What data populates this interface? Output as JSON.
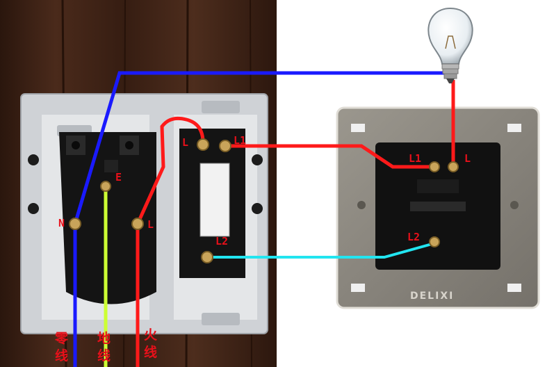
{
  "terminal_labels": {
    "socket_neutral": "N",
    "socket_earth": "E",
    "socket_live": "L",
    "switch1_l": "L",
    "switch1_l1": "L1",
    "switch1_l2": "L2",
    "switch2_l1": "L1",
    "switch2_l": "L",
    "switch2_l2": "L2"
  },
  "wire_labels": {
    "neutral": [
      "零",
      "线"
    ],
    "earth": [
      "地",
      "线"
    ],
    "live": [
      "火",
      "线"
    ]
  },
  "brand_mark": "DELIXI",
  "colors": {
    "neutral_wire": "#1a1aff",
    "earth_wire": "#ccff33",
    "live_wire": "#ff1a1a",
    "traveler_wire": "#22e5f0",
    "label_red": "#e8101a",
    "wood": "#3a2014",
    "panel_left": "#cfd2d6",
    "panel_right": "#8a867d",
    "module_black": "#111111",
    "brass": "#c9a45a"
  },
  "icons": {
    "bulb": "light-bulb-icon"
  }
}
